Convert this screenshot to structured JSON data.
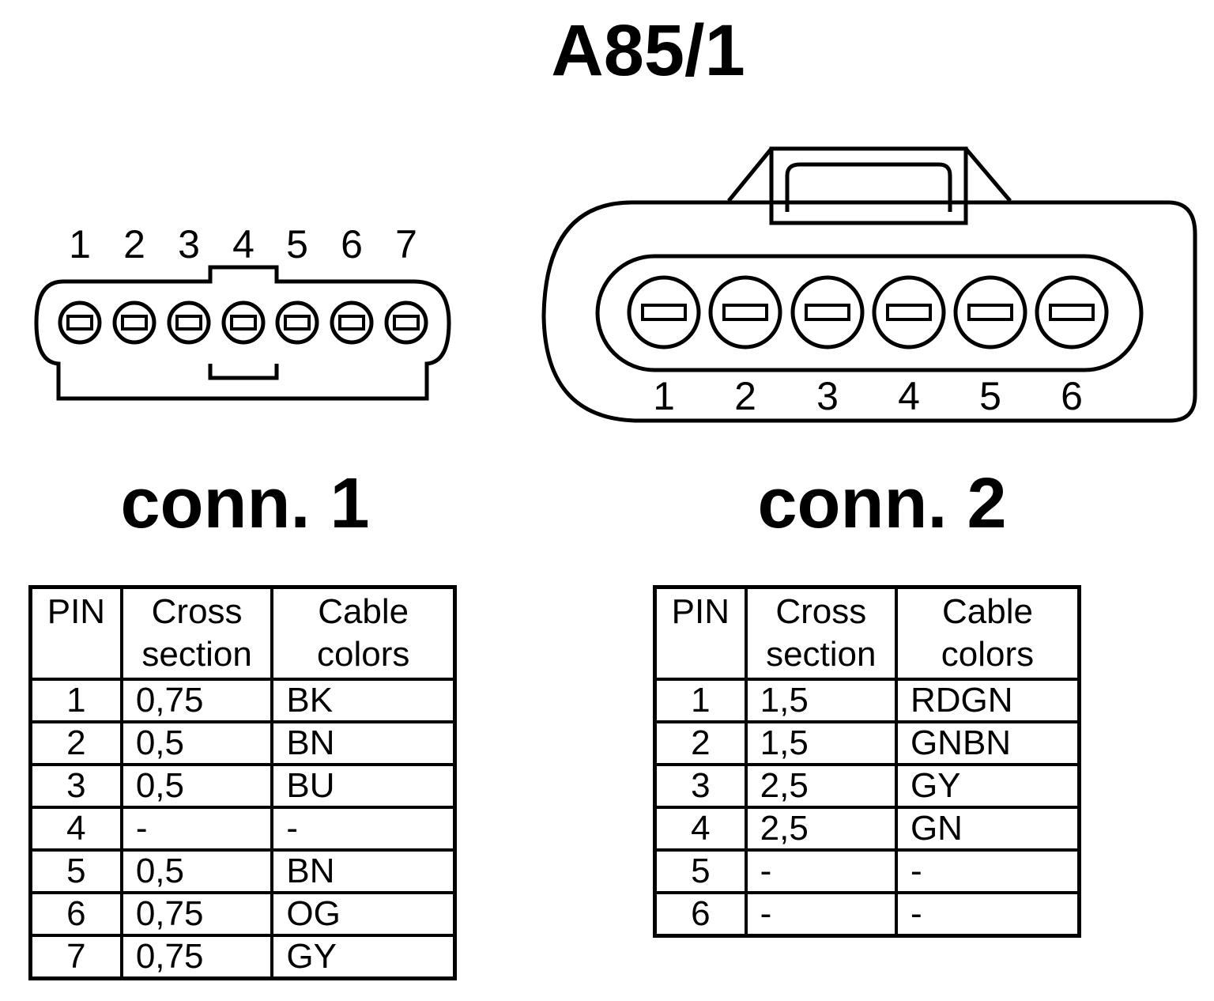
{
  "title": "A85/1",
  "connector1": {
    "label": "conn. 1",
    "pin_numbers": [
      "1",
      "2",
      "3",
      "4",
      "5",
      "6",
      "7"
    ]
  },
  "connector2": {
    "label": "conn. 2",
    "pin_numbers": [
      "1",
      "2",
      "3",
      "4",
      "5",
      "6"
    ]
  },
  "table_headers": {
    "pin": "PIN",
    "cross_section_line1": "Cross",
    "cross_section_line2": "section",
    "cable_colors_line1": "Cable",
    "cable_colors_line2": "colors"
  },
  "table1": {
    "rows": [
      {
        "pin": "1",
        "cross_section": "0,75",
        "cable_color": "BK"
      },
      {
        "pin": "2",
        "cross_section": "0,5",
        "cable_color": "BN"
      },
      {
        "pin": "3",
        "cross_section": "0,5",
        "cable_color": "BU"
      },
      {
        "pin": "4",
        "cross_section": "-",
        "cable_color": "-"
      },
      {
        "pin": "5",
        "cross_section": "0,5",
        "cable_color": "BN"
      },
      {
        "pin": "6",
        "cross_section": "0,75",
        "cable_color": "OG"
      },
      {
        "pin": "7",
        "cross_section": "0,75",
        "cable_color": "GY"
      }
    ]
  },
  "table2": {
    "rows": [
      {
        "pin": "1",
        "cross_section": "1,5",
        "cable_color": "RDGN"
      },
      {
        "pin": "2",
        "cross_section": "1,5",
        "cable_color": "GNBN"
      },
      {
        "pin": "3",
        "cross_section": "2,5",
        "cable_color": "GY"
      },
      {
        "pin": "4",
        "cross_section": "2,5",
        "cable_color": "GN"
      },
      {
        "pin": "5",
        "cross_section": "-",
        "cable_color": "-"
      },
      {
        "pin": "6",
        "cross_section": "-",
        "cable_color": "-"
      }
    ]
  }
}
